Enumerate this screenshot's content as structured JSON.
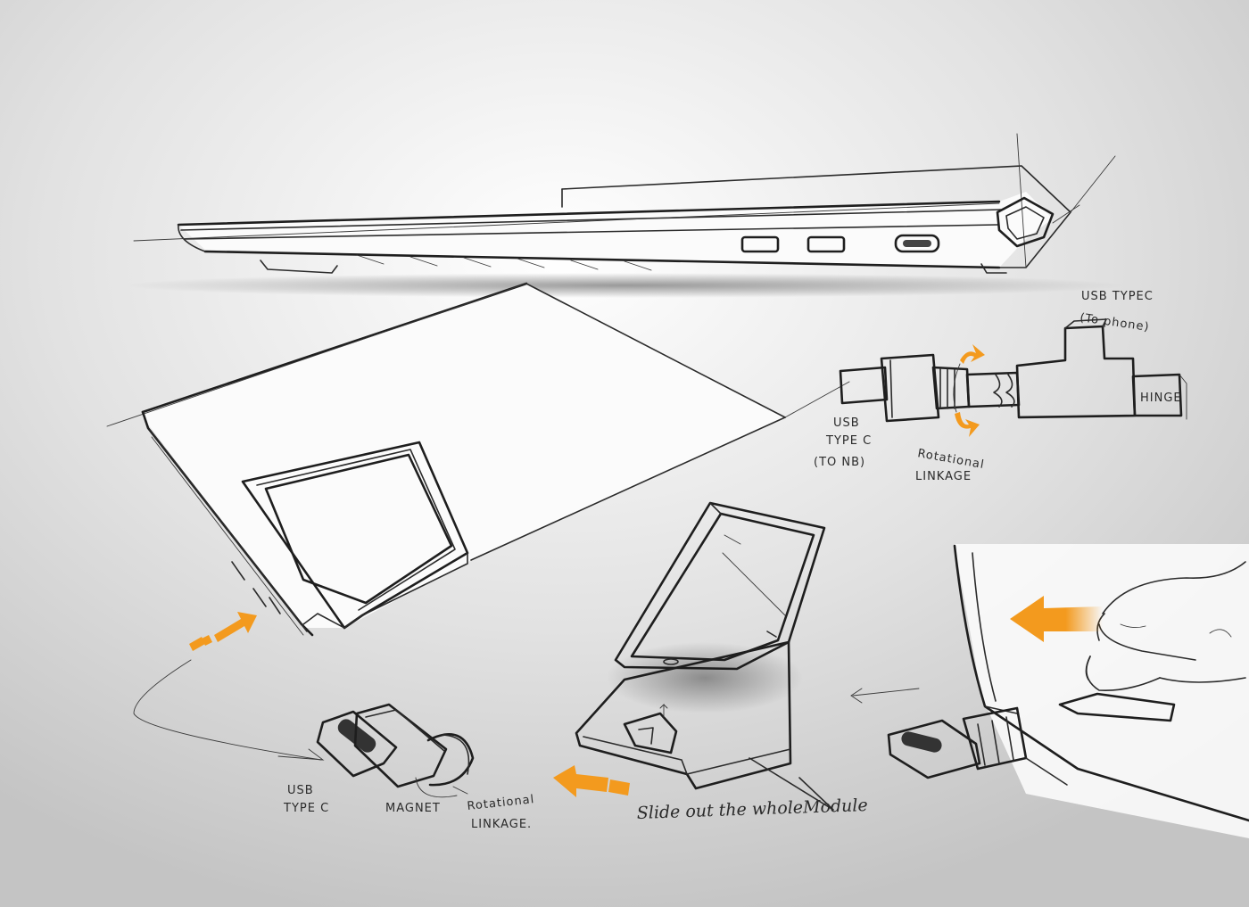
{
  "annotations": {
    "usb_type_c_phone_line1": "USB TYPEC",
    "usb_type_c_phone_line2": "(To phone)",
    "hinge": "HINGE",
    "usb_type_c_nb_line1": "USB",
    "usb_type_c_nb_line2": "TYPE C",
    "usb_type_c_nb_line3": "(TO NB)",
    "rotational_linkage_top_line1": "Rotational",
    "rotational_linkage_top_line2": "LINKAGE",
    "usb_type_c_bottom_line1": "USB",
    "usb_type_c_bottom_line2": "TYPE C",
    "magnet": "MAGNET",
    "rotational_linkage_bottom_line1": "Rotational",
    "rotational_linkage_bottom_line2": "LINKAGE.",
    "slide_out": "Slide out the wholeModule"
  },
  "colors": {
    "background": "#d4d4d4",
    "accent_orange": "#f39a1e",
    "ink": "#2b2b2b"
  },
  "icons": [
    "arrow-icon",
    "rotation-arrow-icon"
  ]
}
